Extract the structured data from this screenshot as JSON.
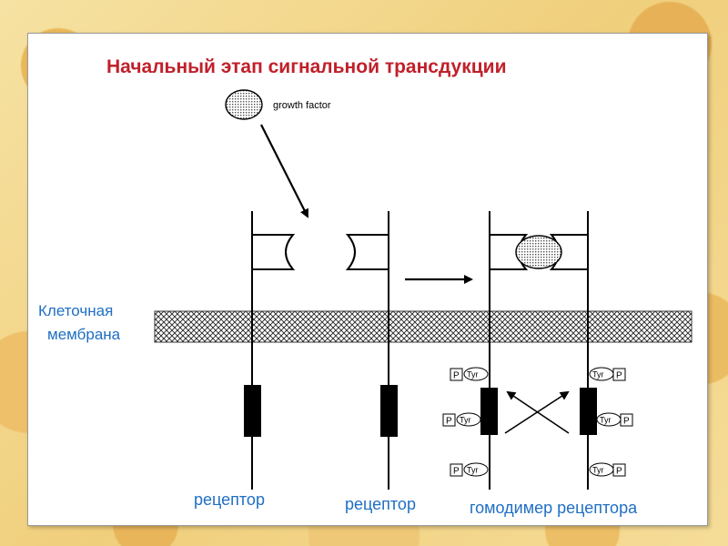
{
  "title": "Начальный этап сигнальной трансдукции",
  "labels": {
    "growth_factor": "growth factor",
    "membrane_line1": "Клеточная",
    "membrane_line2": "мембрана",
    "receptor_left": "рецептор",
    "receptor_right": "рецептор",
    "homodimer": "гомодимер рецептора"
  },
  "phospho": {
    "p": "P",
    "tyr": "Tyr"
  },
  "colors": {
    "title": "#c0202a",
    "label_blue": "#1f6fc4",
    "ink": "#000000",
    "slide_bg": "#ffffff"
  }
}
